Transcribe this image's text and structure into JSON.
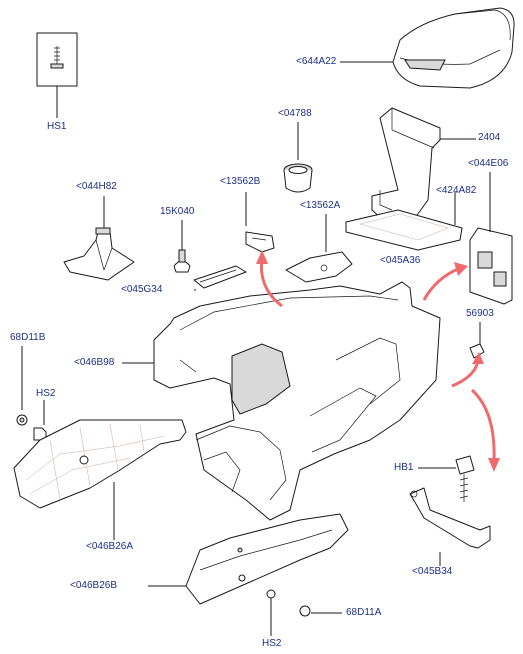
{
  "callouts": {
    "c644A22": "<644A22",
    "cHS1": "HS1",
    "c04788": "<04788",
    "c2404": "2404",
    "c044E06": "<044E06",
    "c044H82": "<044H82",
    "c13562B": "<13562B",
    "c15K040": "15K040",
    "c13562A": "<13562A",
    "c424A82": "<424A82",
    "c045A36": "<045A36",
    "c045G34": "<045G34",
    "c68D11B": "68D11B",
    "c046B98": "<046B98",
    "c56903": "56903",
    "cHS2a": "HS2",
    "cHB1": "HB1",
    "c046B26A": "<046B26A",
    "c045B34": "<045B34",
    "c046B26B": "<046B26B",
    "c68D11A": "68D11A",
    "cHS2b": "HS2"
  },
  "colors": {
    "label": "#1c2f8a",
    "line": "#1a1a1a",
    "arrow": "#ef6b6b"
  }
}
